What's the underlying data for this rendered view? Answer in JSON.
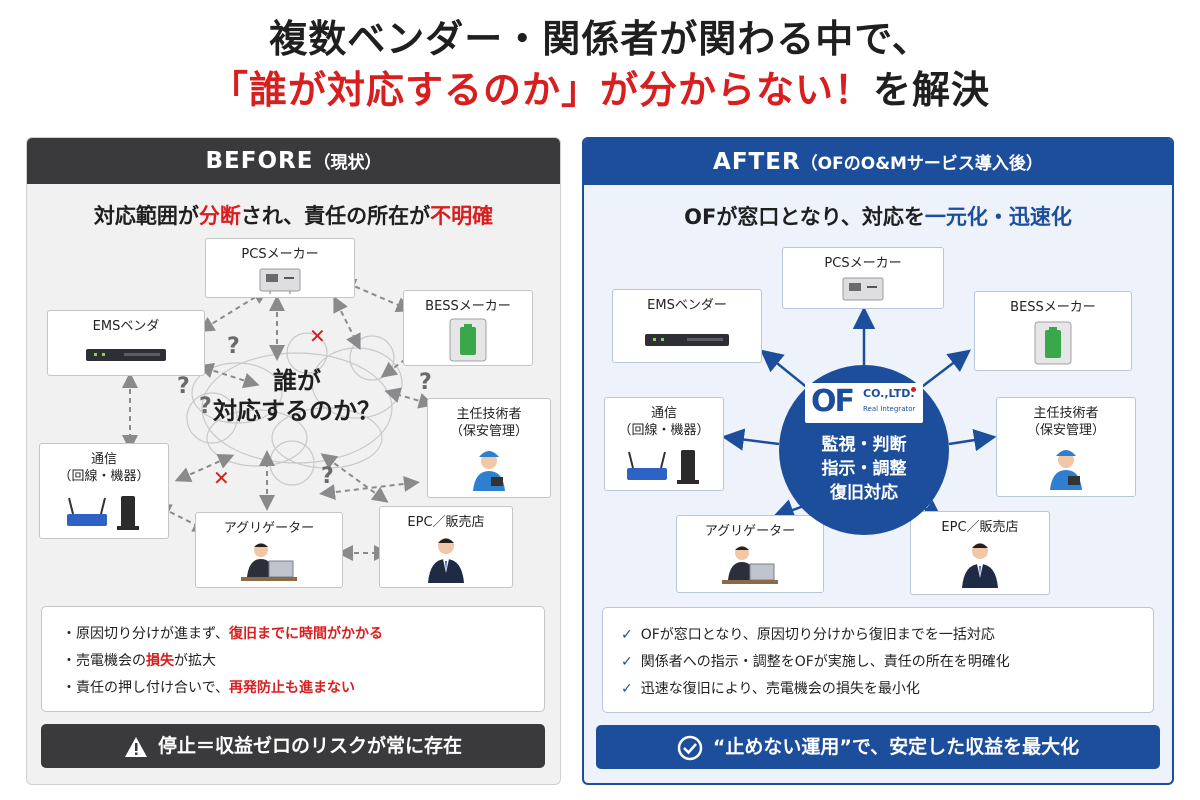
{
  "title": {
    "line1": "複数ベンダー・関係者が関わる中で、",
    "line2_red": "「誰が対応するのか」が分からない！",
    "line2_dark": "を解決"
  },
  "before": {
    "header_main": "BEFORE",
    "header_sub": "（現状）",
    "subtitle_a": "対応範囲が",
    "subtitle_b": "分断",
    "subtitle_c": "され、責任の所在が",
    "subtitle_d": "不明確",
    "center_line1": "誰が",
    "center_line2": "対応するのか？",
    "nodes": {
      "pcs": "PCSメーカー",
      "ems": "EMSベンダ",
      "bess": "BESSメーカー",
      "comm_line1": "通信",
      "comm_line2": "（回線・機器）",
      "chief_line1": "主任技術者",
      "chief_line2": "（保安管理）",
      "aggregator": "アグリゲーター",
      "epc": "EPC／販売店"
    },
    "issues": [
      {
        "plain": "・原因切り分けが進まず、",
        "red": "復旧までに時間がかかる",
        "after": ""
      },
      {
        "plain": "・売電機会の",
        "red": "損失",
        "after": "が拡大"
      },
      {
        "plain": "・責任の押し付け合いで、",
        "red": "再発防止も進まない",
        "after": ""
      }
    ],
    "banner": "停止＝収益ゼロのリスクが常に存在"
  },
  "after": {
    "header_main": "AFTER",
    "header_sub": "（OFのO&Mサービス導入後）",
    "subtitle_a": "OFが窓口となり、対応を",
    "subtitle_b": "一元化・迅速化",
    "logo_text": "OF",
    "logo_co": "CO.,LTD.",
    "logo_tag": "Real Integrator",
    "center_line1": "監視・判断",
    "center_line2": "指示・調整",
    "center_line3": "復旧対応",
    "nodes": {
      "pcs": "PCSメーカー",
      "ems": "EMSベンダー",
      "bess": "BESSメーカー",
      "comm_line1": "通信",
      "comm_line2": "（回線・機器）",
      "chief_line1": "主任技術者",
      "chief_line2": "（保安管理）",
      "aggregator": "アグリゲーター",
      "epc": "EPC／販売店"
    },
    "benefits": [
      "OFが窓口となり、原因切り分けから復旧までを一括対応",
      "関係者への指示・調整をOFが実施し、責任の所在を明確化",
      "迅速な復旧により、売電機会の損失を最小化"
    ],
    "banner": "“止めない運用”で、安定した収益を最大化"
  },
  "colors": {
    "accent_red": "#d81e1e",
    "accent_blue": "#1d4e9c",
    "dark": "#3a3a3c"
  }
}
